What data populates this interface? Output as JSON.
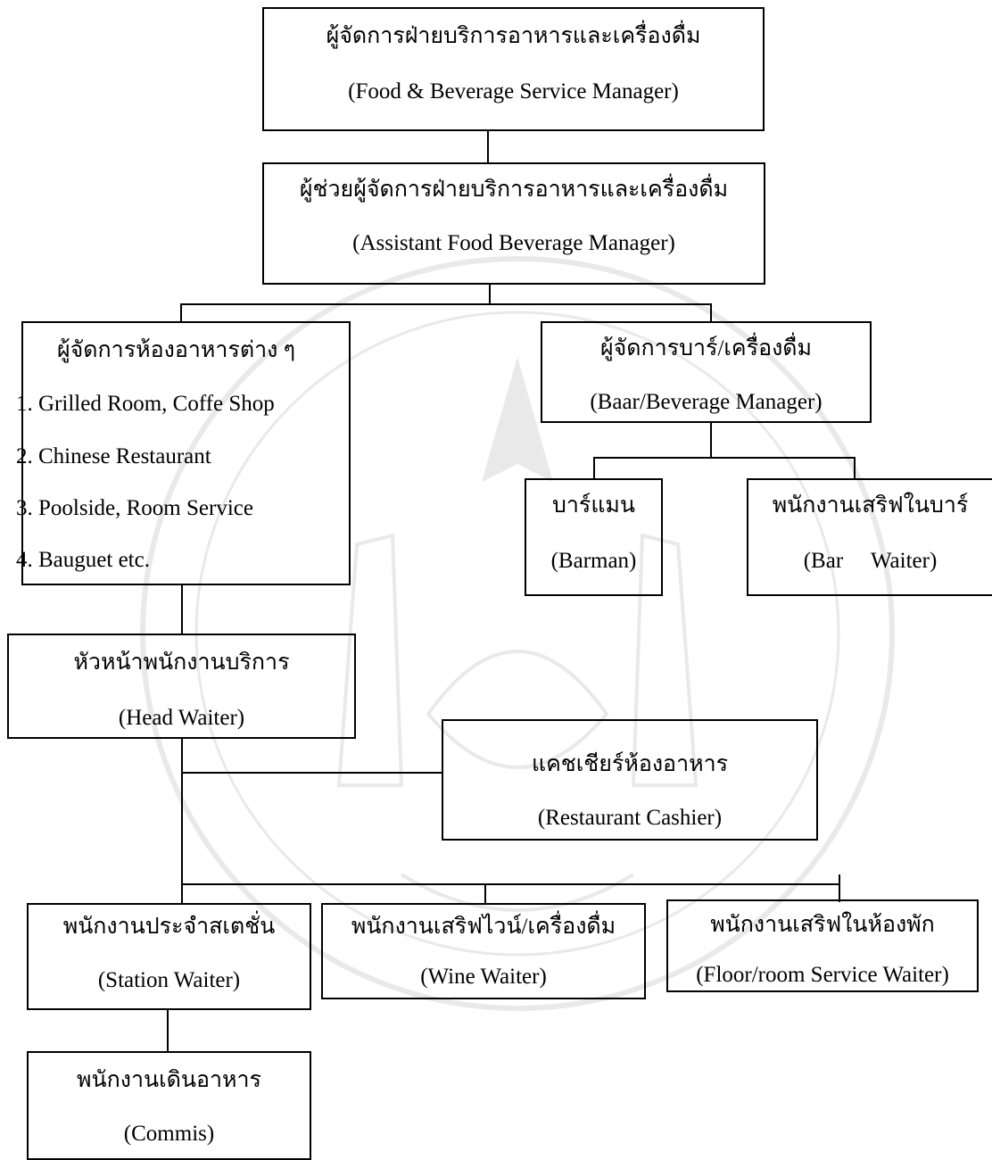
{
  "org_chart": {
    "fb_manager": {
      "th": "ผู้จัดการฝ่ายบริการอาหารและเครื่องดื่ม",
      "en": "(Food & Beverage Service Manager)"
    },
    "assistant_manager": {
      "th": "ผู้ช่วยผู้จัดการฝ่ายบริการอาหารและเครื่องดื่ม",
      "en": "(Assistant Food Beverage Manager)"
    },
    "restaurant_manager": {
      "th": "ผู้จัดการห้องอาหารต่าง ๆ",
      "items": [
        "1. Grilled Room, Coffe Shop",
        "2. Chinese Restaurant",
        "3. Poolside, Room Service",
        "4. Bauguet etc."
      ]
    },
    "bar_manager": {
      "th": "ผู้จัดการบาร์/เครื่องดื่ม",
      "en": "(Baar/Beverage Manager)"
    },
    "barman": {
      "th": "บาร์แมน",
      "en": "(Barman)"
    },
    "bar_waiter": {
      "th": "พนักงานเสริฟในบาร์",
      "en": "(Bar     Waiter)"
    },
    "head_waiter": {
      "th": "หัวหน้าพนักงานบริการ",
      "en": "(Head Waiter)"
    },
    "cashier": {
      "th": "แคชเชียร์ห้องอาหาร",
      "en": "(Restaurant Cashier)"
    },
    "station_waiter": {
      "th": "พนักงานประจำสเตชั่น",
      "en": "(Station Waiter)"
    },
    "wine_waiter": {
      "th": "พนักงานเสริฟไวน์/เครื่องดื่ม",
      "en": "(Wine Waiter)"
    },
    "room_service_waiter": {
      "th": "พนักงานเสริฟในห้องพัก",
      "en": "(Floor/room Service Waiter)"
    },
    "commis": {
      "th": "พนักงานเดินอาหาร",
      "en": "(Commis)"
    }
  }
}
